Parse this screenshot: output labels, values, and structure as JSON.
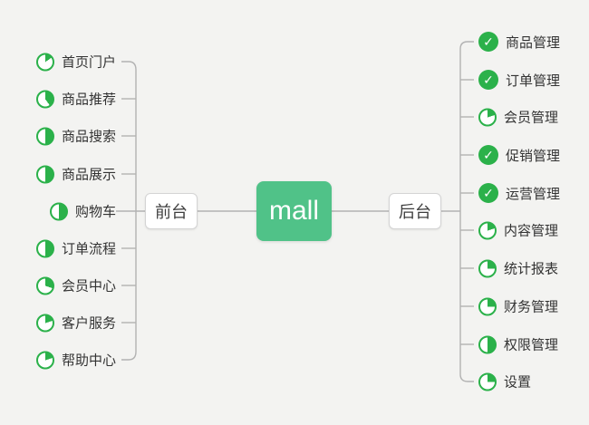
{
  "root": {
    "label": "mall"
  },
  "branches": {
    "front": {
      "label": "前台",
      "items": [
        {
          "label": "首页门户",
          "icon": "pie",
          "progress": 15
        },
        {
          "label": "商品推荐",
          "icon": "pie",
          "progress": 40
        },
        {
          "label": "商品搜索",
          "icon": "pie",
          "progress": 50
        },
        {
          "label": "商品展示",
          "icon": "pie",
          "progress": 50
        },
        {
          "label": "购物车",
          "icon": "pie",
          "progress": 50
        },
        {
          "label": "订单流程",
          "icon": "pie",
          "progress": 50
        },
        {
          "label": "会员中心",
          "icon": "pie",
          "progress": 30
        },
        {
          "label": "客户服务",
          "icon": "pie",
          "progress": 20
        },
        {
          "label": "帮助中心",
          "icon": "pie",
          "progress": 20
        }
      ]
    },
    "back": {
      "label": "后台",
      "items": [
        {
          "label": "商品管理",
          "icon": "check",
          "progress": 100
        },
        {
          "label": "订单管理",
          "icon": "check",
          "progress": 100
        },
        {
          "label": "会员管理",
          "icon": "pie",
          "progress": 20
        },
        {
          "label": "促销管理",
          "icon": "check",
          "progress": 100
        },
        {
          "label": "运营管理",
          "icon": "check",
          "progress": 100
        },
        {
          "label": "内容管理",
          "icon": "pie",
          "progress": 20
        },
        {
          "label": "统计报表",
          "icon": "pie",
          "progress": 25
        },
        {
          "label": "财务管理",
          "icon": "pie",
          "progress": 25
        },
        {
          "label": "权限管理",
          "icon": "pie",
          "progress": 50
        },
        {
          "label": "设置",
          "icon": "pie",
          "progress": 25
        }
      ]
    }
  },
  "icons": {
    "check_glyph": "✓"
  },
  "colors": {
    "bg": "#f3f3f1",
    "line": "#b2b2b2",
    "node_green": "#50c288",
    "icon_green": "#2bb14a",
    "text": "#333333"
  }
}
